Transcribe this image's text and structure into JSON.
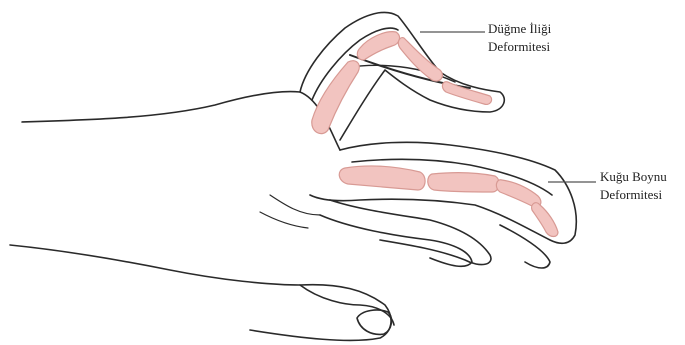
{
  "labels": {
    "boutonniere": {
      "line1": "Düğme İliği",
      "line2": "Deformitesi"
    },
    "swan_neck": {
      "line1": "Kuğu Boynu",
      "line2": "Deformitesi"
    }
  },
  "colors": {
    "outline": "#2a2a2a",
    "bone_fill": "#f2c4c0",
    "bone_stroke": "#d89a94",
    "skin": "#ffffff",
    "leader_line": "#555555"
  }
}
